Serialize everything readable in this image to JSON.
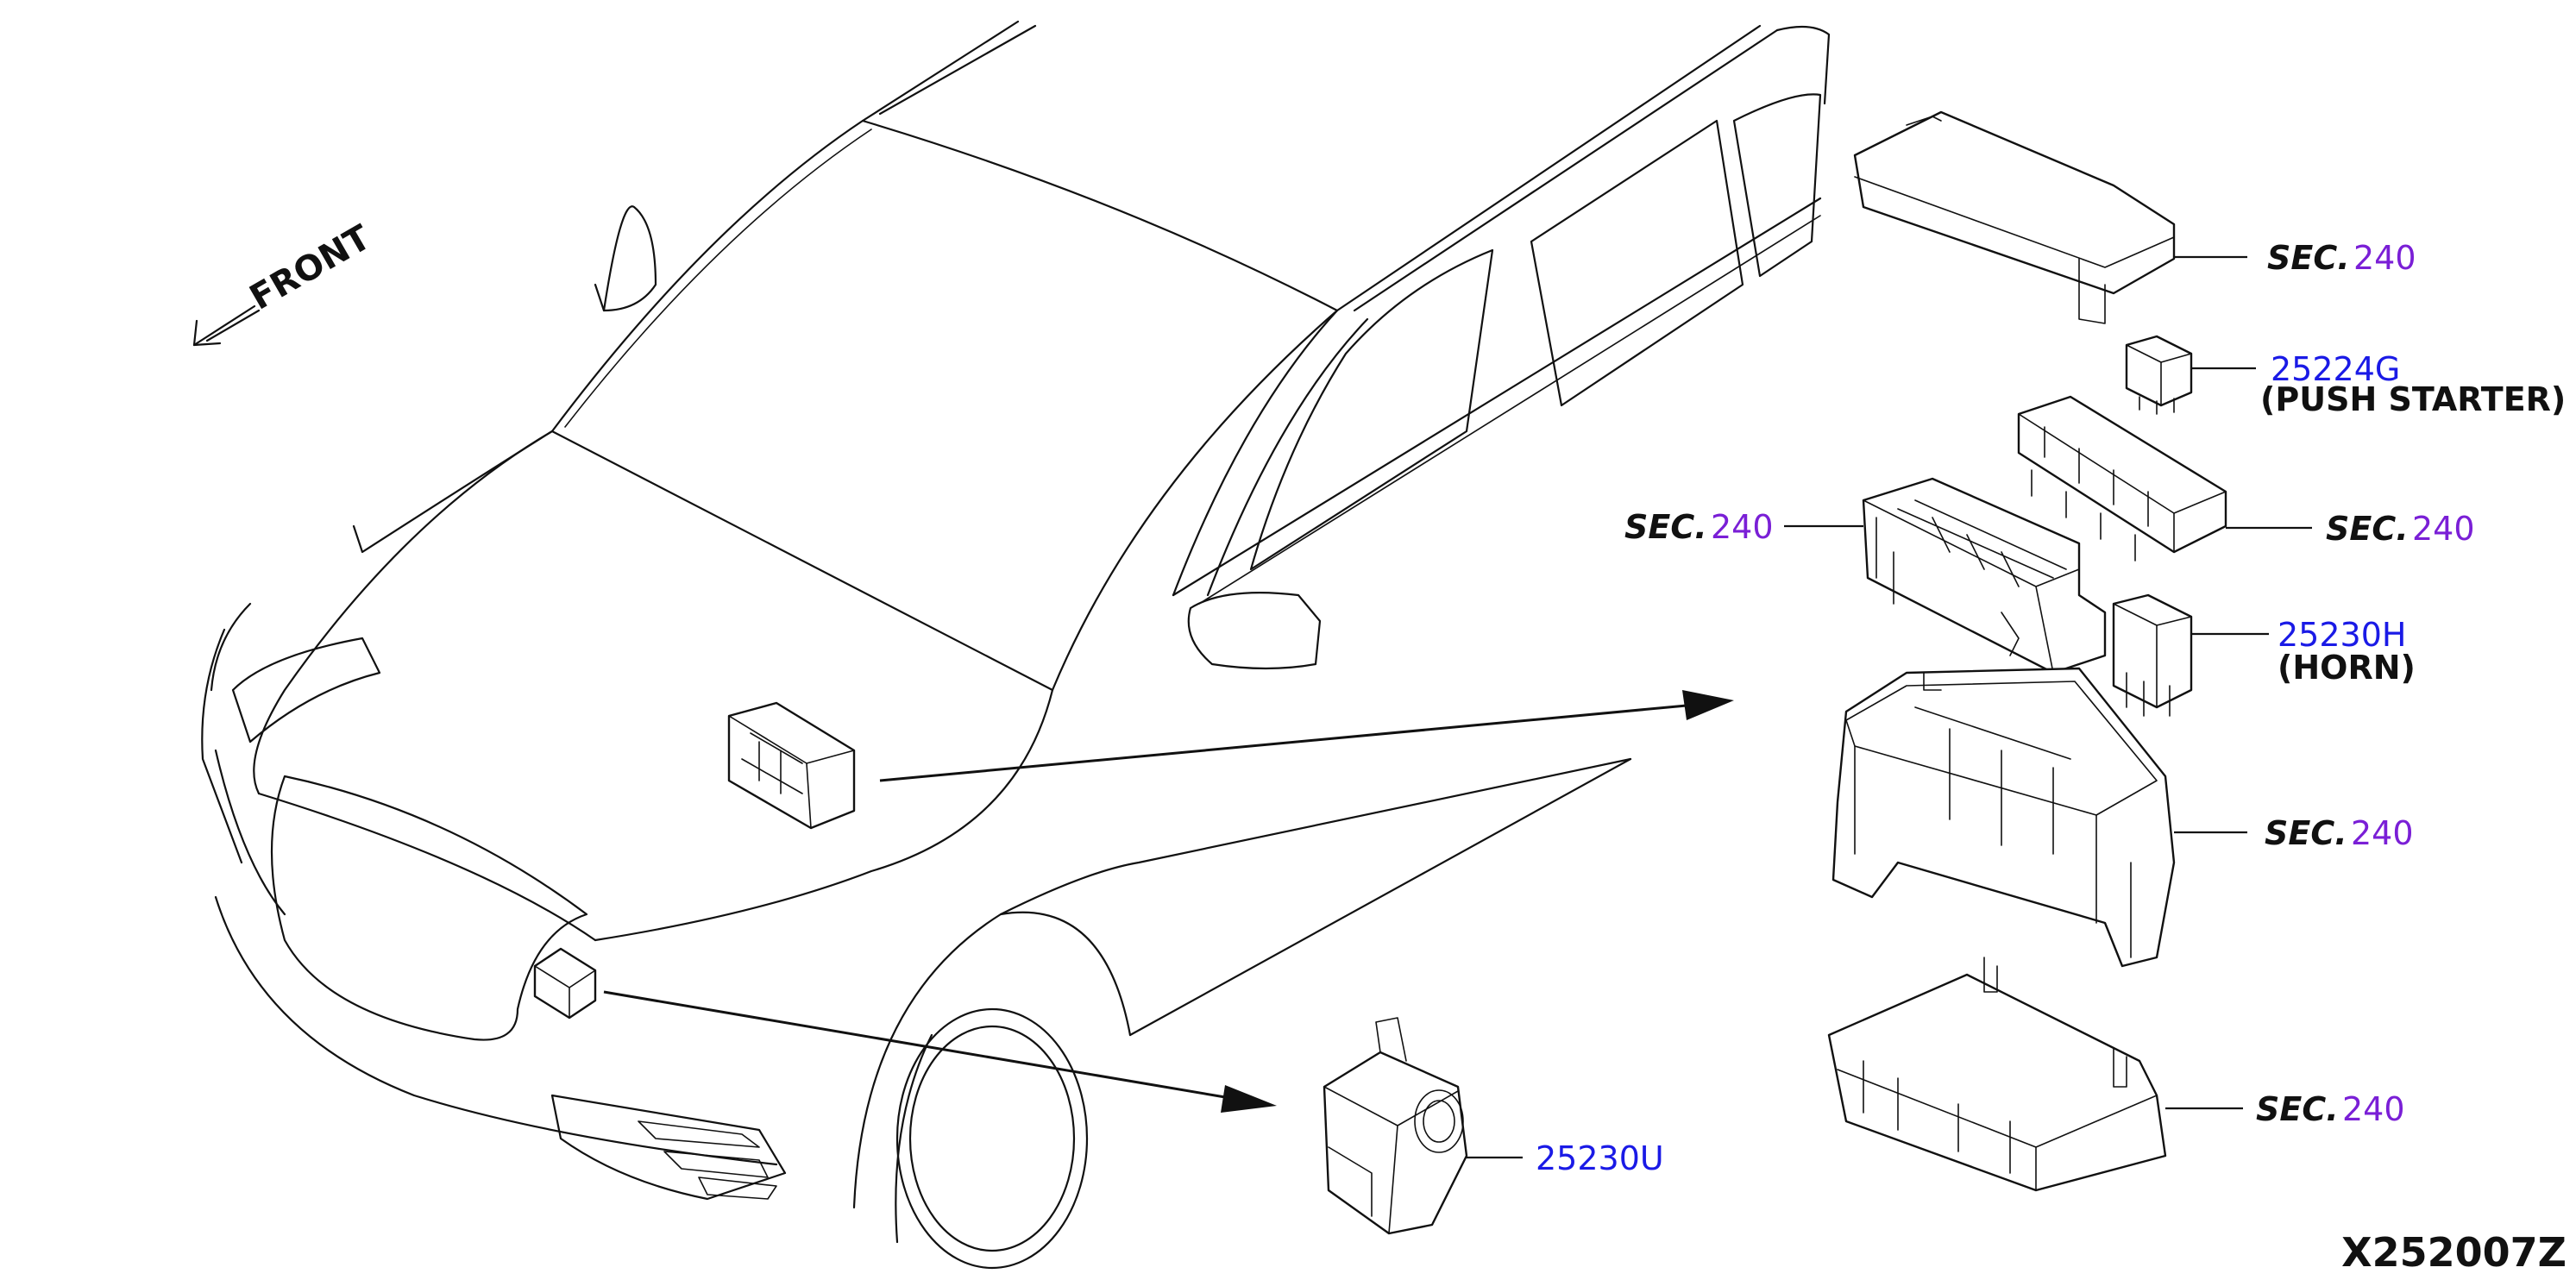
{
  "orientation": {
    "label": "FRONT",
    "icon": "arrow-left-down-icon"
  },
  "diagram_code": "X252007Z",
  "callouts": [
    {
      "id": "sec-cover",
      "word": "SEC.",
      "number": "240",
      "number_color": "#7a1fd6"
    },
    {
      "id": "part-25224g",
      "number": "25224G",
      "description": "(PUSH STARTER)",
      "number_color": "#1a1ae6"
    },
    {
      "id": "sec-relay-block",
      "word": "SEC.",
      "number": "240",
      "number_color": "#7a1fd6"
    },
    {
      "id": "sec-fuse-block",
      "word": "SEC.",
      "number": "240",
      "number_color": "#7a1fd6"
    },
    {
      "id": "part-25230h",
      "number": "25230H",
      "description": "(HORN)",
      "number_color": "#1a1ae6"
    },
    {
      "id": "sec-housing",
      "word": "SEC.",
      "number": "240",
      "number_color": "#7a1fd6"
    },
    {
      "id": "sec-lower-cover",
      "word": "SEC.",
      "number": "240",
      "number_color": "#7a1fd6"
    },
    {
      "id": "part-25230u",
      "number": "25230U",
      "number_color": "#1a1ae6"
    }
  ]
}
